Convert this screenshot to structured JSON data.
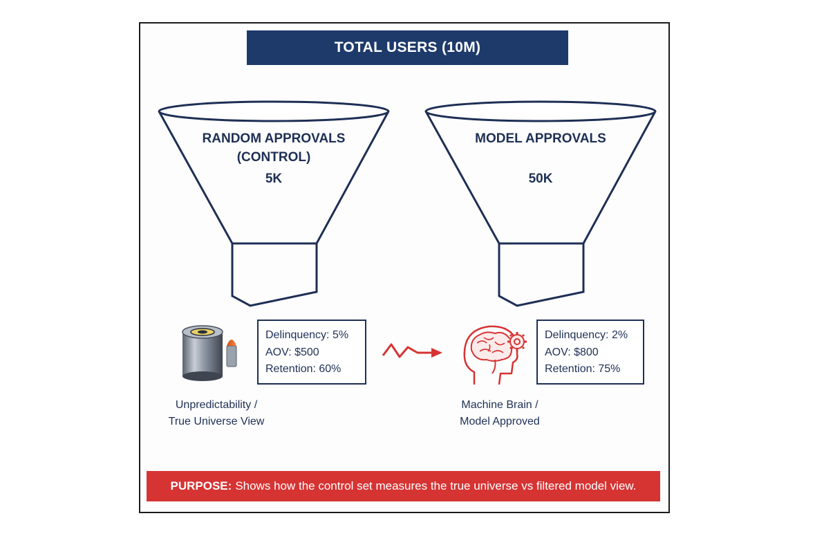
{
  "header": {
    "title": "TOTAL USERS (10M)"
  },
  "funnels": [
    {
      "label_line1": "RANDOM APPROVALS",
      "label_line2": "(CONTROL)",
      "value": "5K"
    },
    {
      "label_line1": "MODEL APPROVALS",
      "label_line2": "",
      "value": "50K"
    }
  ],
  "control_stats": {
    "delinquency": "Delinquency: 5%",
    "aov": "AOV: $500",
    "retention": "Retention: 60%"
  },
  "model_stats": {
    "delinquency": "Delinquency: 2%",
    "aov": "AOV: $800",
    "retention": "Retention: 75%"
  },
  "captions": {
    "control_line1": "Unpredictability /",
    "control_line2": "True Universe View",
    "model_line1": "Machine Brain /",
    "model_line2": "Model Approved"
  },
  "icons": {
    "control": "revolver-cylinder-icon",
    "model": "brain-gear-head-icon",
    "connector": "zigzag-arrow-icon"
  },
  "purpose": {
    "lead": "PURPOSE:",
    "text": "Shows how the control set measures the true universe vs filtered model view."
  },
  "colors": {
    "navy": "#1e3a6b",
    "text": "#1e2f55",
    "accent_red": "#d63333"
  }
}
